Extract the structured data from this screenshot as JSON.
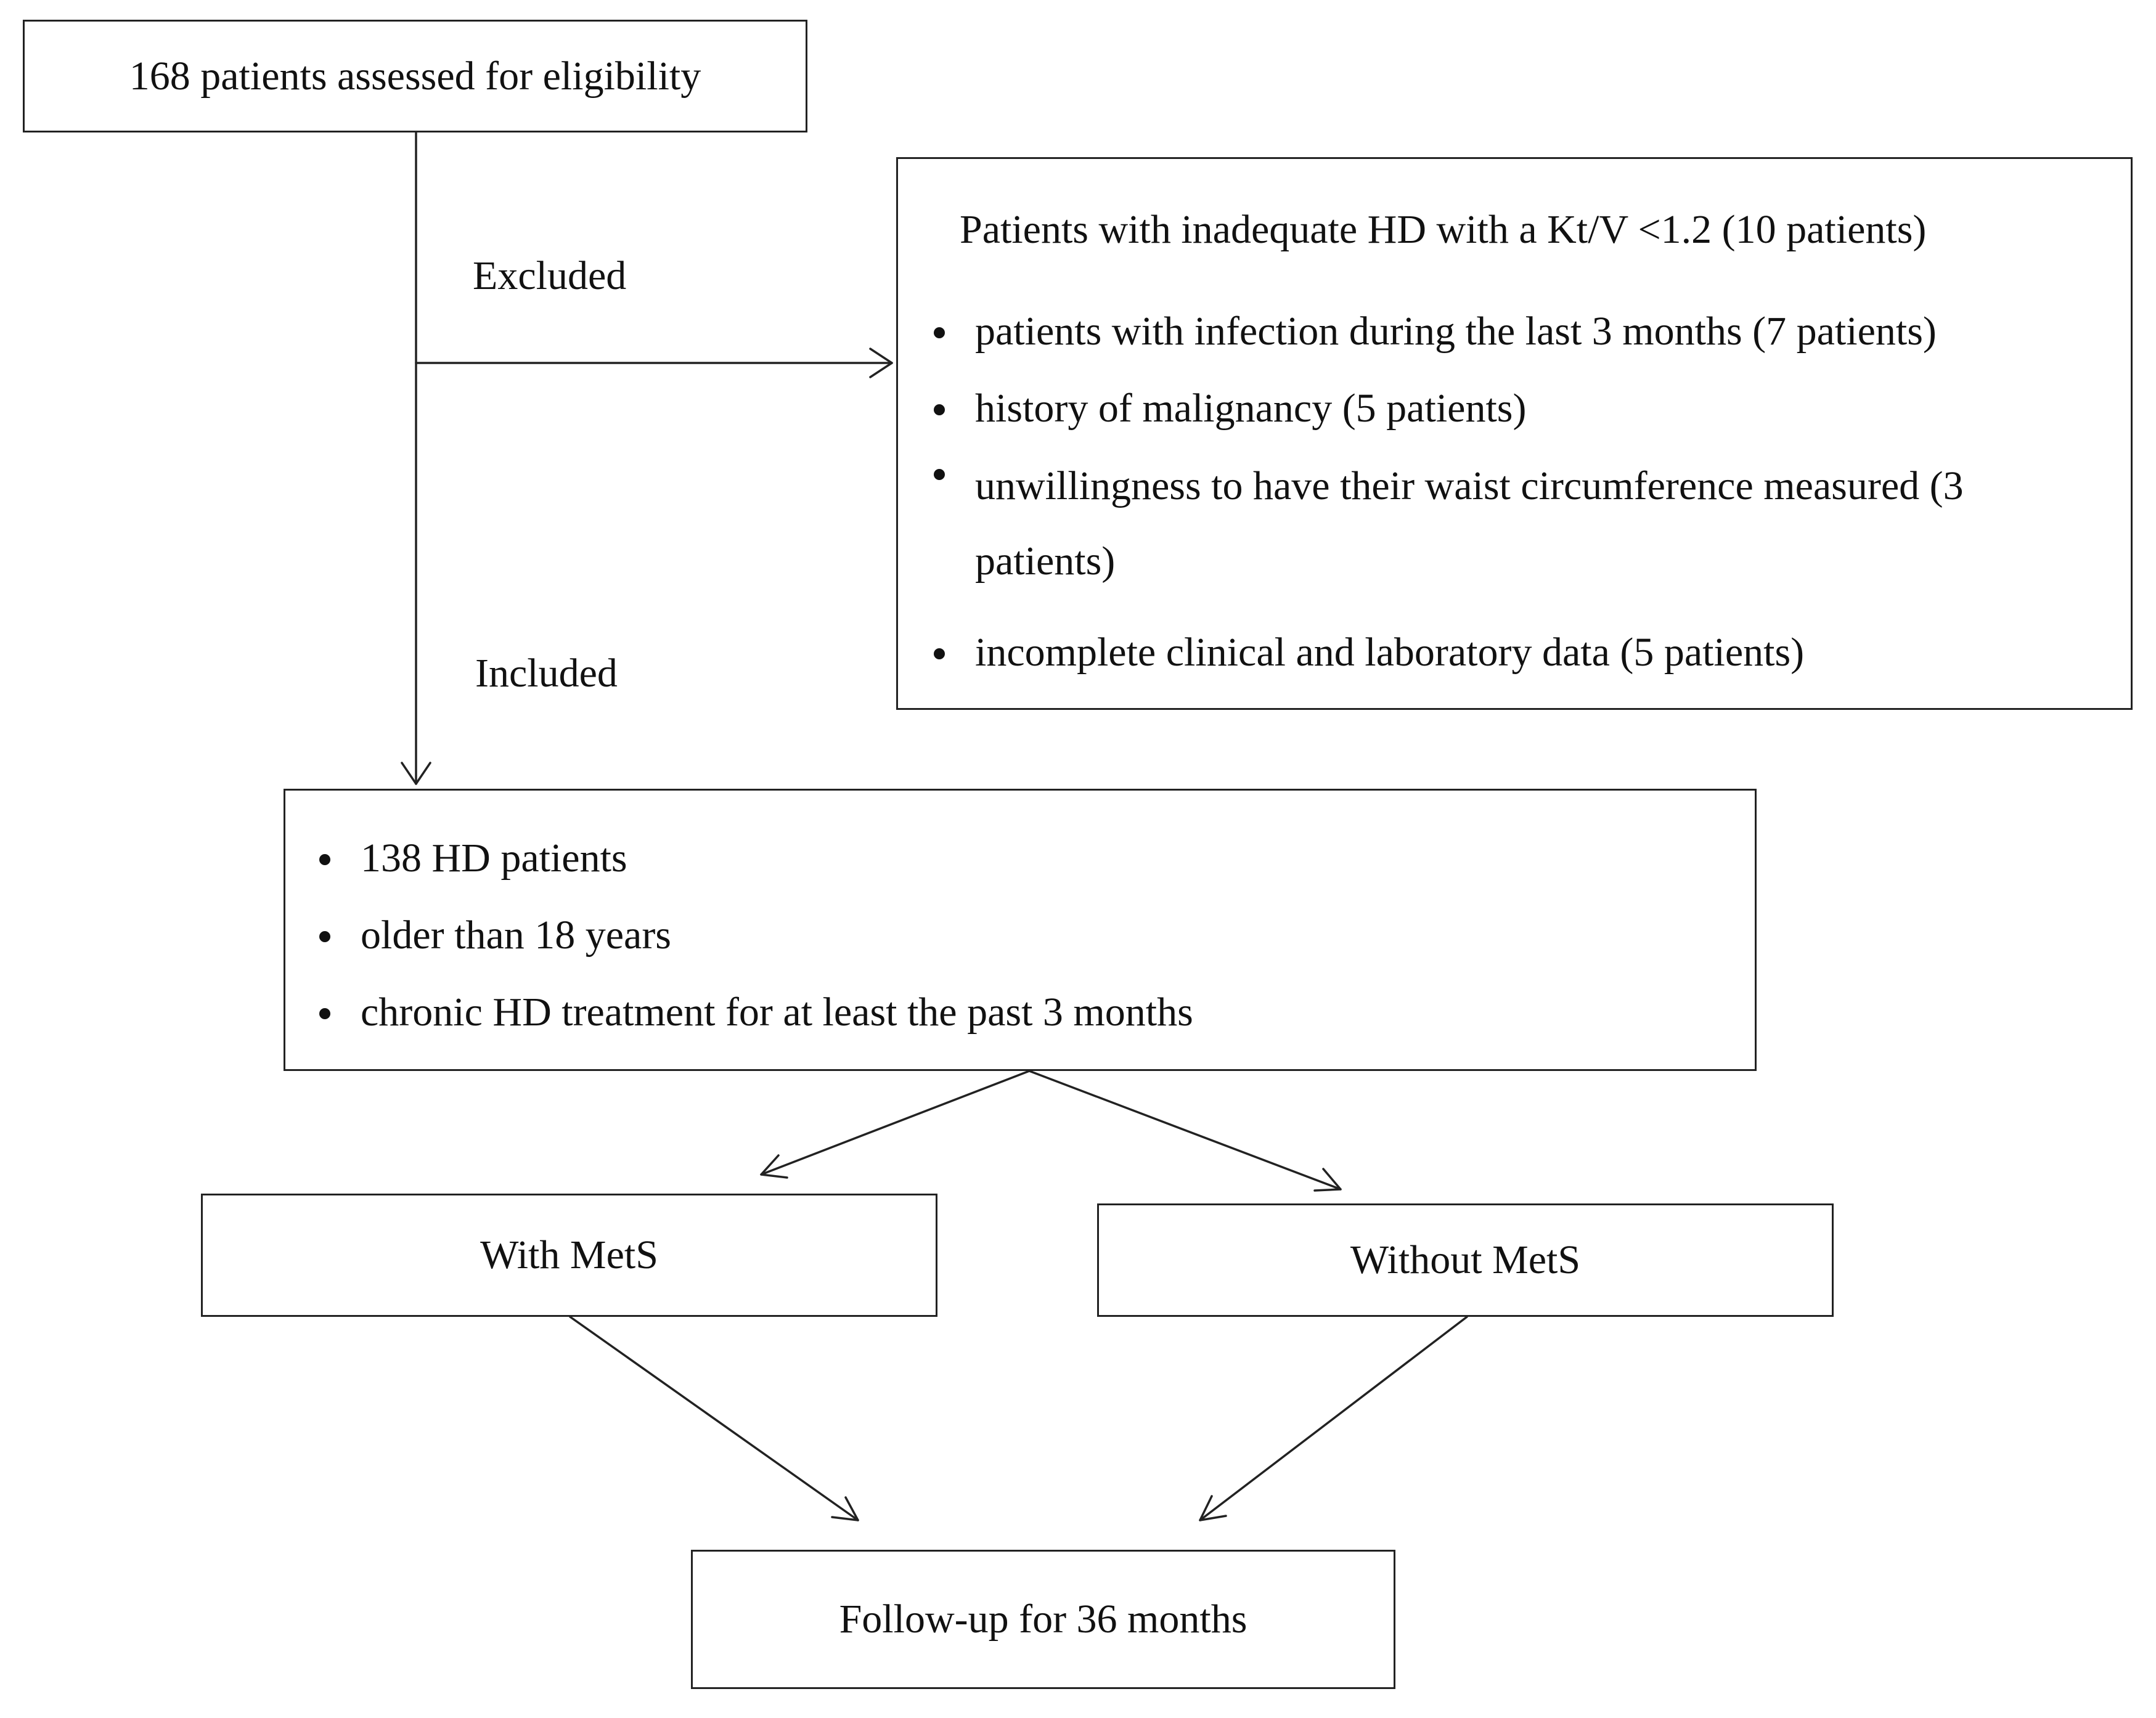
{
  "screening": {
    "label": "168 patients assessed for eligibility"
  },
  "branch_labels": {
    "excluded": "Excluded",
    "included": "Included"
  },
  "exclusion": {
    "heading": "Patients with inadequate HD with a Kt/V <1.2 (10 patients)",
    "items": [
      "patients with infection during the last 3 months (7 patients)",
      "history of malignancy (5 patients)",
      "unwillingness to have their waist circumference measured (3 patients)",
      "incomplete clinical and laboratory data (5 patients)"
    ]
  },
  "inclusion": {
    "items": [
      "138 HD patients",
      "older than 18 years",
      "chronic HD treatment for at least the past 3 months"
    ]
  },
  "groups": {
    "with_mets": "With MetS",
    "without_mets": "Without MetS"
  },
  "followup": {
    "label": "Follow-up for 36 months"
  },
  "colors": {
    "stroke": "#222222",
    "text": "#111111",
    "background": "#ffffff"
  }
}
